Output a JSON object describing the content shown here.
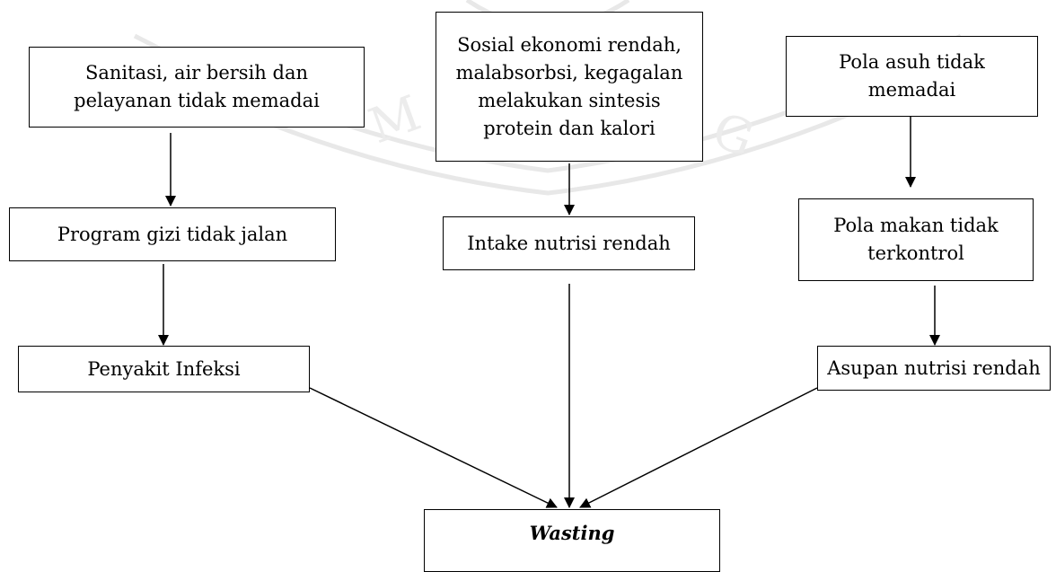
{
  "nodes": {
    "sanitasi": "Sanitasi, air bersih dan pelayanan tidak memadai",
    "sosial": "Sosial ekonomi rendah, malabsorbsi, kegagalan melakukan sintesis protein dan kalori",
    "pola_asuh": "Pola asuh tidak memadai",
    "program_gizi": "Program gizi tidak jalan",
    "intake": "Intake nutrisi rendah",
    "pola_makan": "Pola makan tidak terkontrol",
    "penyakit": "Penyakit Infeksi",
    "asupan": "Asupan nutrisi rendah",
    "wasting": "Wasting"
  },
  "edges": [
    {
      "from": "sanitasi",
      "to": "program_gizi"
    },
    {
      "from": "program_gizi",
      "to": "penyakit"
    },
    {
      "from": "sosial",
      "to": "intake"
    },
    {
      "from": "pola_asuh",
      "to": "pola_makan"
    },
    {
      "from": "pola_makan",
      "to": "asupan"
    },
    {
      "from": "penyakit",
      "to": "wasting"
    },
    {
      "from": "intake",
      "to": "wasting"
    },
    {
      "from": "asupan",
      "to": "wasting"
    }
  ],
  "colors": {
    "line": "#000000",
    "watermark": "#e6e6e6"
  }
}
